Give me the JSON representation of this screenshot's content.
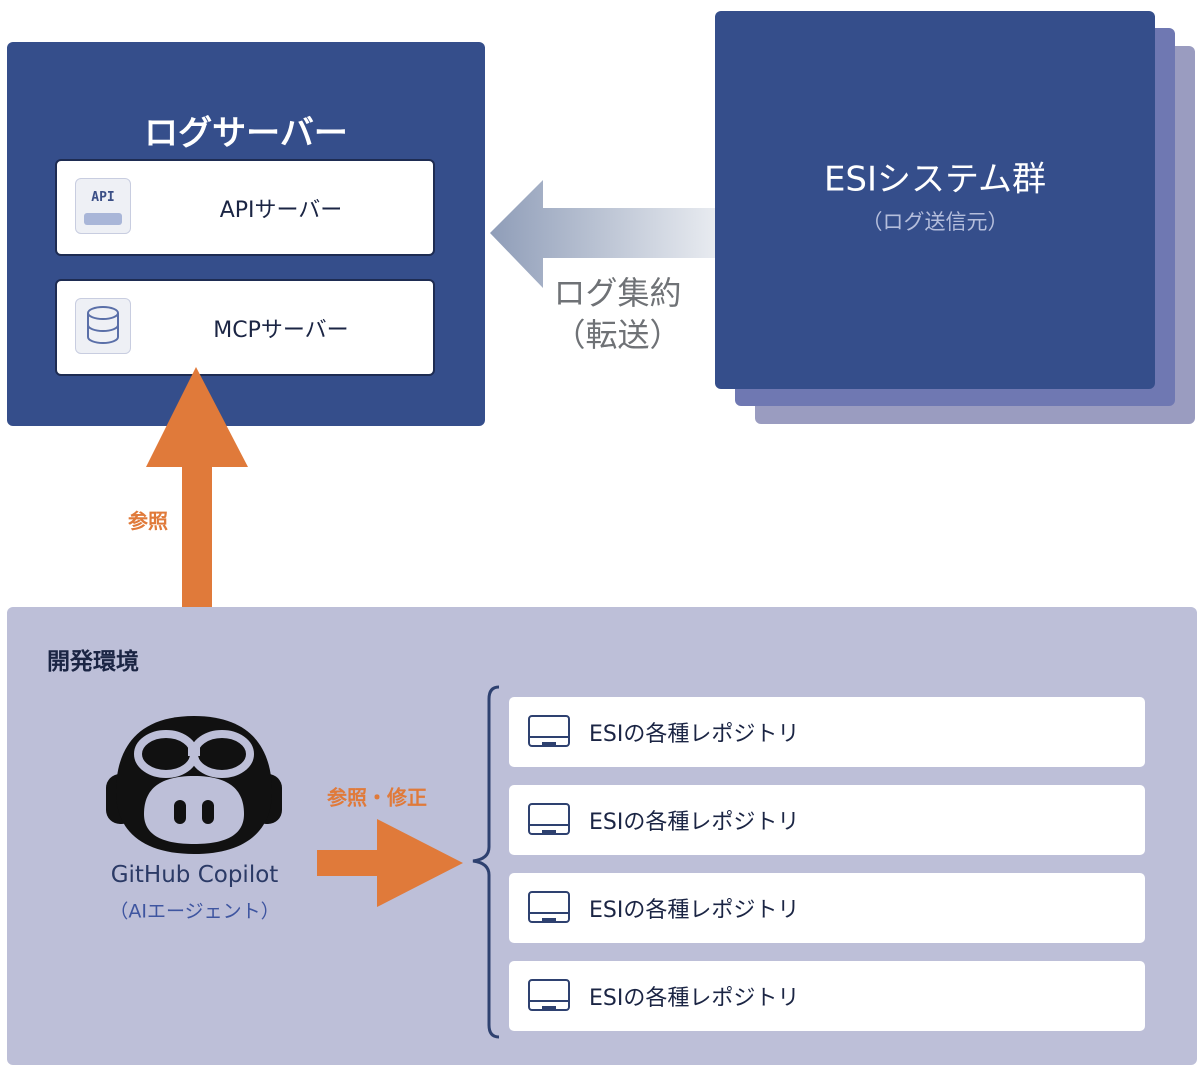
{
  "log_server": {
    "title": "ログサーバー",
    "api_label": "APIサーバー",
    "api_icon_text": "API",
    "mcp_label": "MCPサーバー"
  },
  "esi": {
    "title": "ESIシステム群",
    "subtitle": "（ログ送信元）"
  },
  "aggregation": {
    "line1": "ログ集約",
    "line2": "（転送）"
  },
  "reference_label": "参照",
  "dev_env": {
    "title": "開発環境",
    "copilot_name": "GitHub Copilot",
    "copilot_role": "（AIエージェント）",
    "fix_label": "参照・修正",
    "repos": [
      "ESIの各種レポジトリ",
      "ESIの各種レポジトリ",
      "ESIの各種レポジトリ",
      "ESIの各種レポジトリ"
    ]
  },
  "colors": {
    "navy": "#354e8b",
    "orange": "#e07a3a",
    "dev_bg": "#bdbfd8"
  },
  "icons": [
    "api-icon",
    "database-icon",
    "copilot-icon",
    "folder-icon"
  ]
}
